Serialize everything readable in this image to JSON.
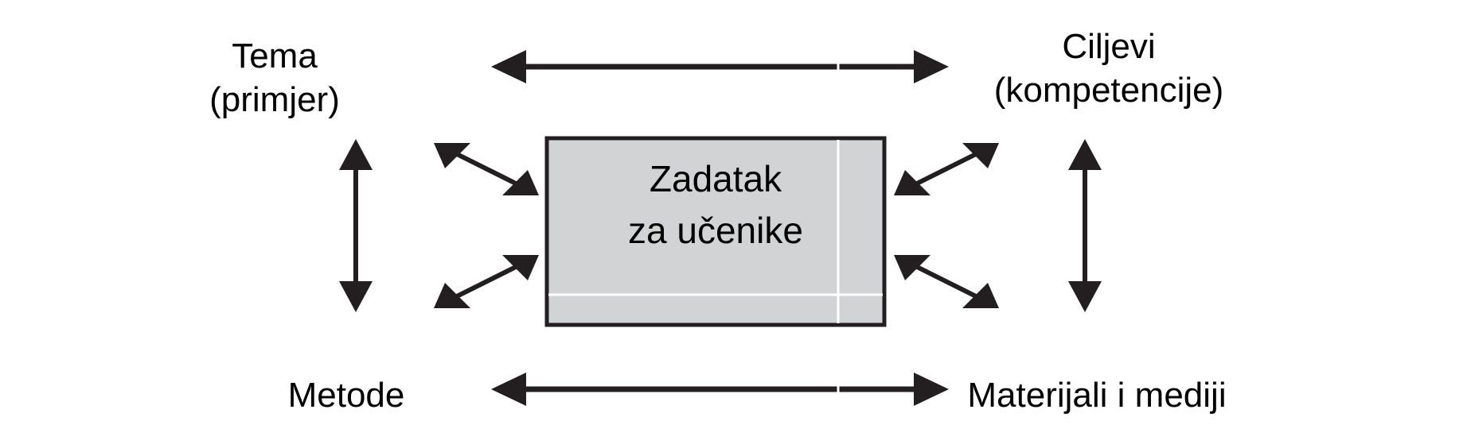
{
  "diagram": {
    "title_center_line1": "Zadatak",
    "title_center_line2": "za učenike",
    "labels": {
      "top_left_line1": "Tema",
      "top_left_line2": "(primjer)",
      "top_right_line1": "Ciljevi",
      "top_right_line2": "(kompetencije)",
      "bottom_left": "Metode",
      "bottom_right": "Materijali i mediji"
    },
    "colors": {
      "background": "#ffffff",
      "box_fill": "#d2d3d4",
      "box_border": "#231f20",
      "arrow": "#231f20",
      "text": "#000000",
      "grid_line": "#ffffff"
    },
    "arrows": [
      {
        "name": "top-horizontal-double-arrow",
        "direction": "bidirectional",
        "orientation": "horizontal",
        "connects": [
          "Tema (primjer)",
          "Ciljevi (kompetencije)"
        ]
      },
      {
        "name": "bottom-horizontal-double-arrow",
        "direction": "bidirectional",
        "orientation": "horizontal",
        "connects": [
          "Metode",
          "Materijali i mediji"
        ]
      },
      {
        "name": "left-vertical-double-arrow",
        "direction": "bidirectional",
        "orientation": "vertical",
        "connects": [
          "Tema (primjer)",
          "Metode"
        ]
      },
      {
        "name": "right-vertical-double-arrow",
        "direction": "bidirectional",
        "orientation": "vertical",
        "connects": [
          "Ciljevi (kompetencije)",
          "Materijali i mediji"
        ]
      },
      {
        "name": "diagonal-upper-left-double-arrow",
        "direction": "bidirectional",
        "orientation": "diagonal",
        "connects": [
          "Tema (primjer)",
          "Zadatak za učenike"
        ]
      },
      {
        "name": "diagonal-lower-left-double-arrow",
        "direction": "bidirectional",
        "orientation": "diagonal",
        "connects": [
          "Metode",
          "Zadatak za učenike"
        ]
      },
      {
        "name": "diagonal-upper-right-double-arrow",
        "direction": "bidirectional",
        "orientation": "diagonal",
        "connects": [
          "Ciljevi (kompetencije)",
          "Zadatak za učenike"
        ]
      },
      {
        "name": "diagonal-lower-right-double-arrow",
        "direction": "bidirectional",
        "orientation": "diagonal",
        "connects": [
          "Materijali i mediji",
          "Zadatak za učenike"
        ]
      }
    ]
  }
}
